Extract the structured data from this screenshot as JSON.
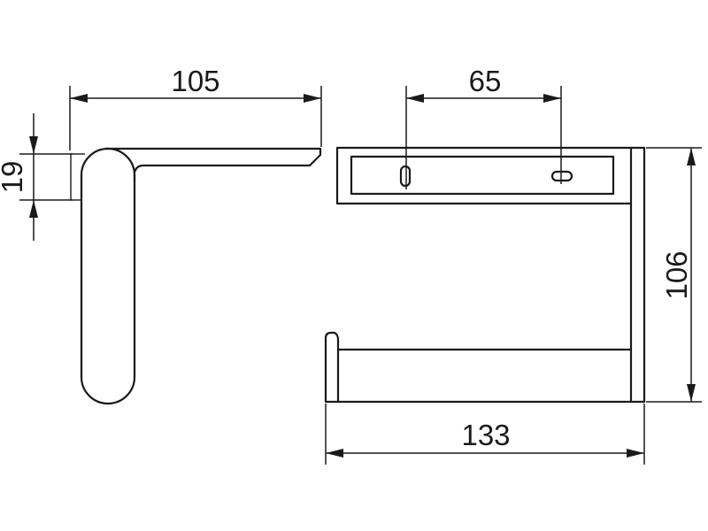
{
  "dimensions": {
    "side_width": "105",
    "hole_spacing": "65",
    "plate_height": "19",
    "total_height": "106",
    "total_width": "133"
  }
}
